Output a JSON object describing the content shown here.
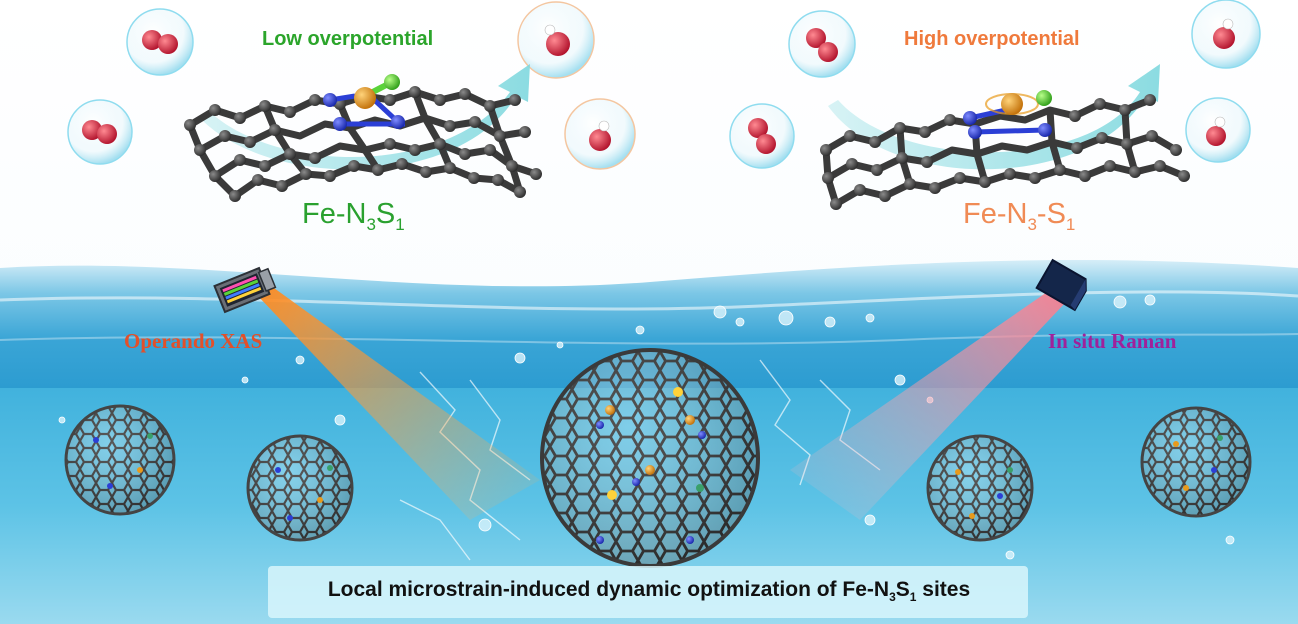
{
  "labels": {
    "left_title": "Low overpotential",
    "right_title": "High overpotential",
    "left_formula": {
      "p1": "Fe-N",
      "s1": "3",
      "p2": "S",
      "s2": "1"
    },
    "right_formula": {
      "p1": "Fe-N",
      "s1": "3",
      "p2": "-S",
      "s2": "1"
    },
    "xas": "Operando XAS",
    "raman": "In situ Raman",
    "caption": {
      "p1": "Local microstrain-induced dynamic optimization of Fe-N",
      "s1": "3",
      "p2": "S",
      "s2": "1",
      "p3": " sites"
    }
  },
  "colors": {
    "low_title": "#2ba52b",
    "high_title": "#ef7a3c",
    "left_formula": "#2aa12f",
    "right_formula": "#f08b55",
    "xas": "#e2502a",
    "raman": "#a0219b",
    "carbon": "#4a4a4a",
    "nitrogen": "#2b3fd6",
    "iron": "#e89a1c",
    "sulfur": "#5ad33a",
    "oxygen": "#d2283a",
    "water": "#8fdcef"
  },
  "icons": [
    "o2-bubble-icon",
    "h2o-bubble-icon",
    "xas-detector-icon",
    "raman-probe-icon",
    "curved-arrow-icon"
  ]
}
